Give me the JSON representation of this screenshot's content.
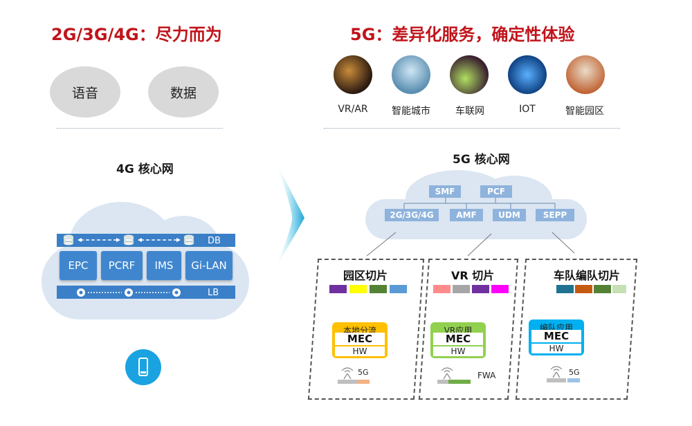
{
  "left": {
    "title": "2G/3G/4G：尽力而为",
    "services": [
      "语音",
      "数据"
    ],
    "core_title": "4G 核心网",
    "db_label": "DB",
    "lb_label": "LB",
    "functions": [
      "EPC",
      "PCRF",
      "IMS",
      "Gi-LAN"
    ]
  },
  "right": {
    "title": "5G：差异化服务，确定性体验",
    "apps": [
      "VR/AR",
      "智能城市",
      "车联网",
      "IOT",
      "智能园区"
    ],
    "core_title": "5G 核心网",
    "nf_top": [
      "SMF",
      "PCF"
    ],
    "nf_bottom": [
      "2G/3G/4G",
      "AMF",
      "UDM",
      "SEPP"
    ],
    "slices": [
      {
        "title": "园区切片",
        "colors": [
          "#7030a0",
          "#ffff00",
          "#548235",
          "#5b9bd5"
        ],
        "mec_label": "本地分流",
        "mec_main": "MEC",
        "mec_hw": "HW",
        "mec_color": "#ffc000",
        "access": "5G",
        "access_color": "#f4b183"
      },
      {
        "title": "VR 切片",
        "colors": [
          "#ff8a8a",
          "#a6a6a6",
          "#7030a0",
          "#ff00ff"
        ],
        "mec_label": "VR应用",
        "mec_main": "MEC",
        "mec_hw": "HW",
        "mec_color": "#92d050",
        "access": "FWA",
        "access_color": "#70ad47"
      },
      {
        "title": "车队编队切片",
        "colors": [
          "#1f7391",
          "#c55a11",
          "#548235",
          "#c5e0b4"
        ],
        "mec_label": "编队应用",
        "mec_main": "MEC",
        "mec_hw": "HW",
        "mec_color": "#00b0f0",
        "access": "5G",
        "access_color": "#9dc3e6"
      }
    ]
  },
  "colors": {
    "title_red": "#c0141b",
    "core_blue": "#3f86cf",
    "cloud": "#dbe6f2",
    "nf": "#8eb3dc"
  },
  "icons": [
    "database-icon",
    "gear-icon",
    "arrow-chevron-icon",
    "mobile-phone-icon",
    "antenna-icon"
  ]
}
